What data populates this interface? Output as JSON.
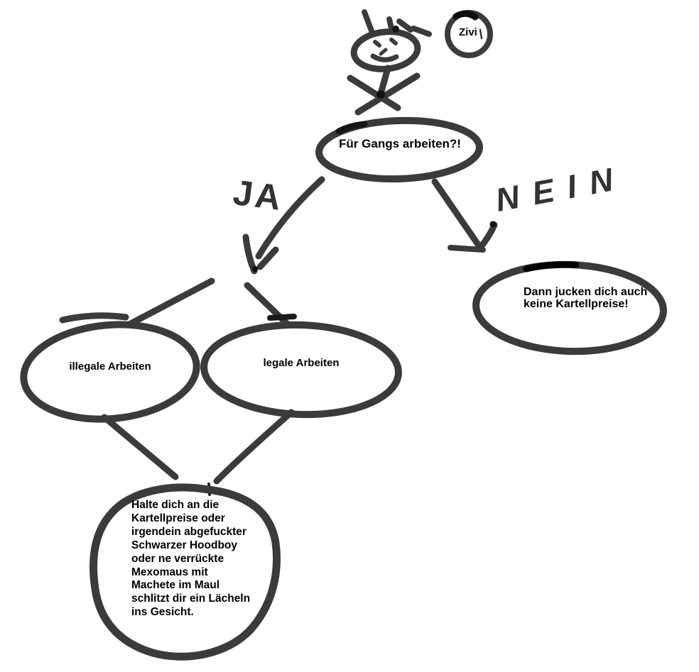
{
  "colors": {
    "background": "#ffffff",
    "ink": "#3b3b3b",
    "ink_dark": "#000000",
    "text": "#000000"
  },
  "figure_label": "Zivi",
  "question": {
    "text": "Für Gangs arbeiten?!"
  },
  "branches": {
    "yes": "JA",
    "no": "NEIN"
  },
  "nodes": {
    "no_result": {
      "lines": [
        "Dann jucken dich auch",
        "keine Kartellpreise!"
      ]
    },
    "illegal": {
      "text": "illegale Arbeiten"
    },
    "legal": {
      "text": "legale Arbeiten"
    },
    "warning": {
      "lines": [
        "Halte dich an die",
        "Kartellpreise oder",
        "irgendein abgefuckter",
        "Schwarzer Hoodboy",
        "oder ne verrückte",
        "Mexomaus mit",
        "Machete im Maul",
        "schlitzt dir ein Lächeln",
        "ins Gesicht."
      ]
    }
  }
}
